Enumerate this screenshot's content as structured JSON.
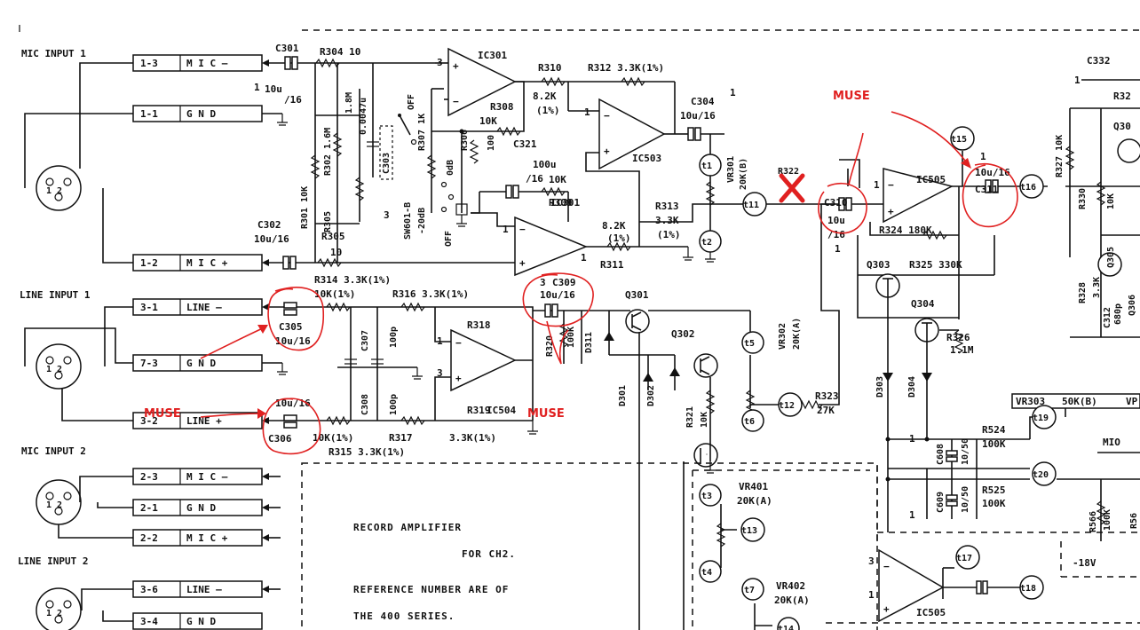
{
  "schematic": {
    "connectors": [
      {
        "pin": "1-3",
        "name": "M I C  –"
      },
      {
        "pin": "1-1",
        "name": "G N D"
      },
      {
        "pin": "1-2",
        "name": "M I C  +"
      },
      {
        "pin": "3-1",
        "name": "LINE  –"
      },
      {
        "pin": "7-3",
        "name": "G N D"
      },
      {
        "pin": "3-2",
        "name": "LINE  +"
      },
      {
        "pin": "2-3",
        "name": "M I C  –"
      },
      {
        "pin": "2-1",
        "name": "G N D"
      },
      {
        "pin": "2-2",
        "name": "M I C  +"
      },
      {
        "pin": "3-6",
        "name": "LINE  –"
      },
      {
        "pin": "3-4",
        "name": "G N D"
      }
    ],
    "section_labels": {
      "mic1": "MIC INPUT 1",
      "line1": "LINE INPUT 1",
      "mic2": "MIC INPUT 2",
      "line2": "LINE INPUT 2"
    },
    "connector_pins": "1 2",
    "components": {
      "c301": "C301",
      "r304": "R304 10",
      "c301_val": "10u",
      "c301_v": "/16",
      "r301": "R301 10K",
      "r302": "R302 1.6M",
      "r305a": "R305",
      "r305b": "1.8M",
      "c303": "C303",
      "c303_val": "0.0047u",
      "off": "OFF",
      "sw601": "SW601-B",
      "db": "-20dB",
      "r307": "R307 1K",
      "odb": "0dB",
      "r306": "R306",
      "r306_val": "100",
      "off2": "OFF",
      "r308": "R308",
      "r308_val": "10K",
      "c302": "C302",
      "c302_val": "10u/16",
      "r305": "R305",
      "r305_val": "10",
      "ic301": "IC301",
      "ic301b": "IC301",
      "r310": "R310",
      "r312": "R312  3.3K(1%)",
      "r310_val": "8.2K",
      "r310_tol": "(1%)",
      "c321": "C321",
      "c321_val": "100u",
      "c321_v": "/16",
      "r309_val": "10K",
      "r309": "R309",
      "ic503": "IC503",
      "c304": "C304",
      "c304_val": "10u/16",
      "r311_val": "8.2K",
      "r311_tol": "(1%)",
      "r311": "R311",
      "r313": "R313",
      "r313_val": "3.3K",
      "r313_tol": "(1%)",
      "vr301": "VR301",
      "vr301_val": "20K(B)",
      "r314": "R314  3.3K(1%)",
      "r316": "R316  3.3K(1%)",
      "r316_a": "10K(1%)",
      "c305": "C305",
      "c305_val": "10u/16",
      "c307": "C307",
      "c307_val": "100p",
      "c308": "C308",
      "c308_val": "100p",
      "c306_val": "10u/16",
      "c306": "C306",
      "r318": "R318",
      "r319": "R319",
      "ic504": "IC504",
      "r315": "R315  3.3K(1%)",
      "r317": "R317",
      "r317_a": "10K(1%)",
      "r317_b": "3.3K(1%)",
      "c309": "C309",
      "c309_val": "10u/16",
      "r320": "R320",
      "r320_val": "100K",
      "d311": "D311",
      "q301": "Q301",
      "q302": "Q302",
      "d301": "D301",
      "d302": "D302",
      "r321": "R321",
      "r321_val": "10K",
      "vr302": "VR302",
      "vr302_val": "20K(A)",
      "r323": "R323",
      "r323_val": "27K",
      "r322": "R322",
      "c310": "C310",
      "c310_val": "10u",
      "c310_v": "/16",
      "ic505": "IC505",
      "r324": "R324 180K",
      "q303": "Q303",
      "r325": "R325 330K",
      "q304": "Q304",
      "r326": "R326",
      "r326_val": "1.1M",
      "d303": "D303",
      "d304": "D304",
      "c311": "C311",
      "c311_val": "10u/16",
      "r327": "R327 10K",
      "r330": "R330",
      "r330_b": "10K",
      "c332": "C332",
      "r32x": "R32",
      "q30x": "Q30",
      "r328": "R328",
      "r328_val": "3.3K",
      "q305": "Q305",
      "c312": "C312",
      "c312_val": "680p",
      "q306": "Q306",
      "vr303": "VR303",
      "vr303_val": "50K(B)",
      "vp": "VP",
      "c608": "C608",
      "c608_val": "10/50",
      "r524": "R524",
      "r524_val": "100K",
      "c609": "C609",
      "c609_val": "10/50",
      "r525": "R525",
      "r525_val": "100K",
      "mid": "MIO",
      "r566": "R566",
      "r566_val": "100K",
      "r56": "R56",
      "neg18": "-18V",
      "vr401": "VR401",
      "vr401_val": "20K(A)",
      "vr402": "VR402",
      "vr402_val": "20K(A)",
      "ic505b": "IC505"
    },
    "test_points": [
      "t1",
      "t2",
      "t11",
      "t12",
      "t5",
      "t6",
      "t15",
      "t16",
      "t19",
      "t20",
      "t3",
      "t4",
      "t13",
      "t7",
      "t14",
      "t17",
      "t18"
    ],
    "notes": {
      "line1": "RECORD AMPLIFIER",
      "line2": "FOR CH2.",
      "line3": "REFERENCE NUMBER ARE OF",
      "line4": "THE 400 SERIES."
    },
    "markers": {
      "m1": "1",
      "m2": "2",
      "m3": "3"
    }
  },
  "annotations": {
    "muse_labels": [
      "MUSE",
      "MUSE",
      "MUSE"
    ],
    "remove_mark": "X",
    "color": "#e02020"
  }
}
